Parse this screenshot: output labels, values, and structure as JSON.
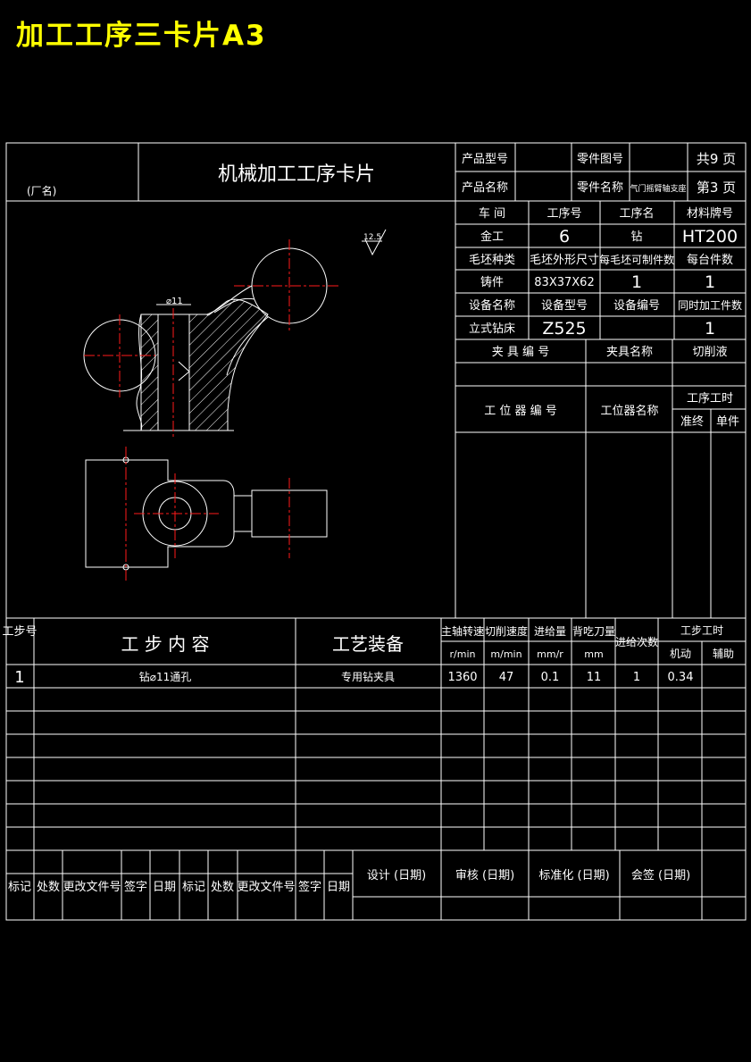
{
  "page_title": "加工工序三卡片A3",
  "header": {
    "factory_name": "(厂名)",
    "card_title": "机械加工工序卡片",
    "product_model_label": "产品型号",
    "part_drawing_no_label": "零件图号",
    "total_pages": "共9 页",
    "product_name_label": "产品名称",
    "part_name_label": "零件名称",
    "part_name_value": "气门摇臂轴支座",
    "page_no": "第3 页"
  },
  "info": {
    "workshop_label": "车 间",
    "op_no_label": "工序号",
    "op_name_label": "工序名",
    "material_label": "材料牌号",
    "workshop_value": "金工",
    "op_no_value": "6",
    "op_name_value": "钻",
    "material_value": "HT200",
    "blank_type_label": "毛坯种类",
    "blank_size_label": "毛坯外形尺寸",
    "pieces_per_blank_label": "每毛坯可制件数",
    "pieces_per_unit_label": "每台件数",
    "blank_type_value": "铸件",
    "blank_size_value": "83X37X62",
    "pieces_per_blank_value": "1",
    "pieces_per_unit_value": "1",
    "equip_name_label": "设备名称",
    "equip_model_label": "设备型号",
    "equip_no_label": "设备编号",
    "simul_parts_label": "同时加工件数",
    "equip_name_value": "立式钻床",
    "equip_model_value": "Z525",
    "simul_parts_value": "1",
    "fixture_no_label": "夹 具 编 号",
    "fixture_name_label": "夹具名称",
    "coolant_label": "切削液",
    "station_no_label": "工 位 器 编 号",
    "station_name_label": "工位器名称",
    "op_time_label": "工序工时",
    "prep_label": "准终",
    "unit_label": "单件"
  },
  "drawing": {
    "diameter_label": "⌀11",
    "roughness_label": "12.5"
  },
  "steps_table": {
    "step_no_label": "工步号",
    "content_label": "工 步 内 容",
    "equipment_label": "工艺装备",
    "spindle_label": "主轴转速",
    "spindle_unit": "r/min",
    "cut_speed_label": "切削速度",
    "cut_speed_unit": "m/min",
    "feed_label": "进给量",
    "feed_unit": "mm/r",
    "depth_label": "背吃刀量",
    "depth_unit": "mm",
    "passes_label": "进给次数",
    "step_time_label": "工步工时",
    "machine_label": "机动",
    "aux_label": "辅助",
    "rows": [
      {
        "no": "1",
        "content": "钻⌀11通孔",
        "equipment": "专用钻夹具",
        "spindle": "1360",
        "speed": "47",
        "feed": "0.1",
        "depth": "11",
        "passes": "1",
        "machine": "0.34",
        "aux": ""
      }
    ]
  },
  "footer": {
    "mark": "标记",
    "count": "处数",
    "change_doc": "更改文件号",
    "sign": "签字",
    "date": "日期",
    "design": "设计 (日期)",
    "review": "审核 (日期)",
    "standard": "标准化 (日期)",
    "countersign": "会签 (日期)"
  }
}
